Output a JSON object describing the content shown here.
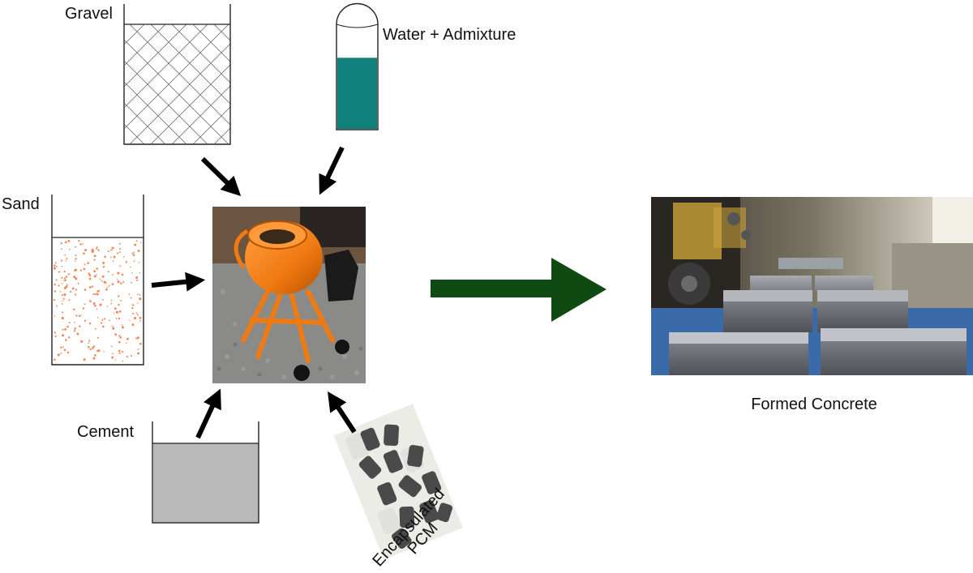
{
  "ingredients": {
    "gravel": {
      "label": "Gravel"
    },
    "water": {
      "label": "Water + Admixture",
      "fill_level": 0.68
    },
    "sand": {
      "label": "Sand"
    },
    "cement": {
      "label": "Cement"
    },
    "pcm": {
      "label_line1": "Encapsulated",
      "label_line2": "PCM"
    }
  },
  "output": {
    "label": "Formed Concrete"
  },
  "colors": {
    "water": "#10817a",
    "cement": "#b9b9b9",
    "sand_dots": "#f08a5d",
    "mixer_drum": "#f07a12",
    "process_arrow": "#0f4a12",
    "input_arrows": "#000000"
  },
  "icons": {
    "mixer": "concrete-mixer-photo",
    "blocks": "concrete-blocks-photo",
    "capsules": "pcm-capsules-icon"
  }
}
